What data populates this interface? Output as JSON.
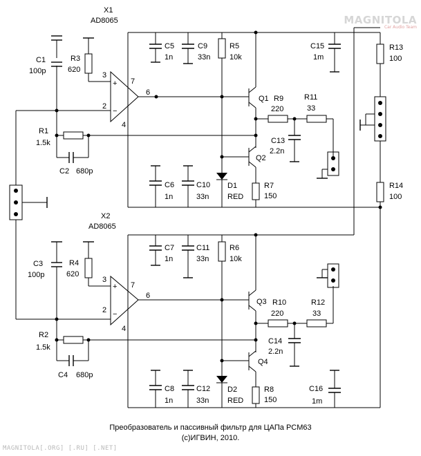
{
  "watermark": {
    "logo": "MAGNITOLA",
    "sub": "Car Audio Team"
  },
  "caption": {
    "line1": "Преобразователь и пассивный фильтр для ЦАПа PCM63",
    "line2": "(c)ИГВИН, 2010."
  },
  "footer": "MAGNITOLA[.ORG] [.RU] [.NET]",
  "opamps": [
    {
      "ref": "X1",
      "part": "AD8065",
      "pin_plus": "3",
      "pin_minus": "2",
      "pin_out": "6",
      "pin_vp": "7",
      "pin_vn": "4",
      "sign_plus": "+",
      "sign_minus": "−"
    },
    {
      "ref": "X2",
      "part": "AD8065",
      "pin_plus": "3",
      "pin_minus": "2",
      "pin_out": "6",
      "pin_vp": "7",
      "pin_vn": "4",
      "sign_plus": "+",
      "sign_minus": "−"
    }
  ],
  "components": {
    "C1": [
      "C1",
      "100p"
    ],
    "R3": [
      "R3",
      "620"
    ],
    "R1": [
      "R1",
      "1.5k"
    ],
    "C2": [
      "C2",
      "680p"
    ],
    "C5": [
      "C5",
      "1n"
    ],
    "C9": [
      "C9",
      "33n"
    ],
    "R5": [
      "R5",
      "10k"
    ],
    "C15": [
      "C15",
      "1m"
    ],
    "R13": [
      "R13",
      "100"
    ],
    "Q1": [
      "Q1",
      ""
    ],
    "R9": [
      "R9",
      "220"
    ],
    "R11": [
      "R11",
      "33"
    ],
    "C13": [
      "C13",
      "2.2n"
    ],
    "Q2": [
      "Q2",
      ""
    ],
    "C6": [
      "C6",
      "1n"
    ],
    "C10": [
      "C10",
      "33n"
    ],
    "D1": [
      "D1",
      "RED"
    ],
    "R7": [
      "R7",
      "150"
    ],
    "R14": [
      "R14",
      "100"
    ],
    "C3": [
      "C3",
      "100p"
    ],
    "R4": [
      "R4",
      "620"
    ],
    "R2": [
      "R2",
      "1.5k"
    ],
    "C4": [
      "C4",
      "680p"
    ],
    "C7": [
      "C7",
      "1n"
    ],
    "C11": [
      "C11",
      "33n"
    ],
    "R6": [
      "R6",
      "10k"
    ],
    "Q3": [
      "Q3",
      ""
    ],
    "R10": [
      "R10",
      "220"
    ],
    "R12": [
      "R12",
      "33"
    ],
    "C14": [
      "C14",
      "2.2n"
    ],
    "Q4": [
      "Q4",
      ""
    ],
    "C8": [
      "C8",
      "1n"
    ],
    "C12": [
      "C12",
      "33n"
    ],
    "D2": [
      "D2",
      "RED"
    ],
    "R8": [
      "R8",
      "150"
    ],
    "C16": [
      "C16",
      "1m"
    ]
  }
}
